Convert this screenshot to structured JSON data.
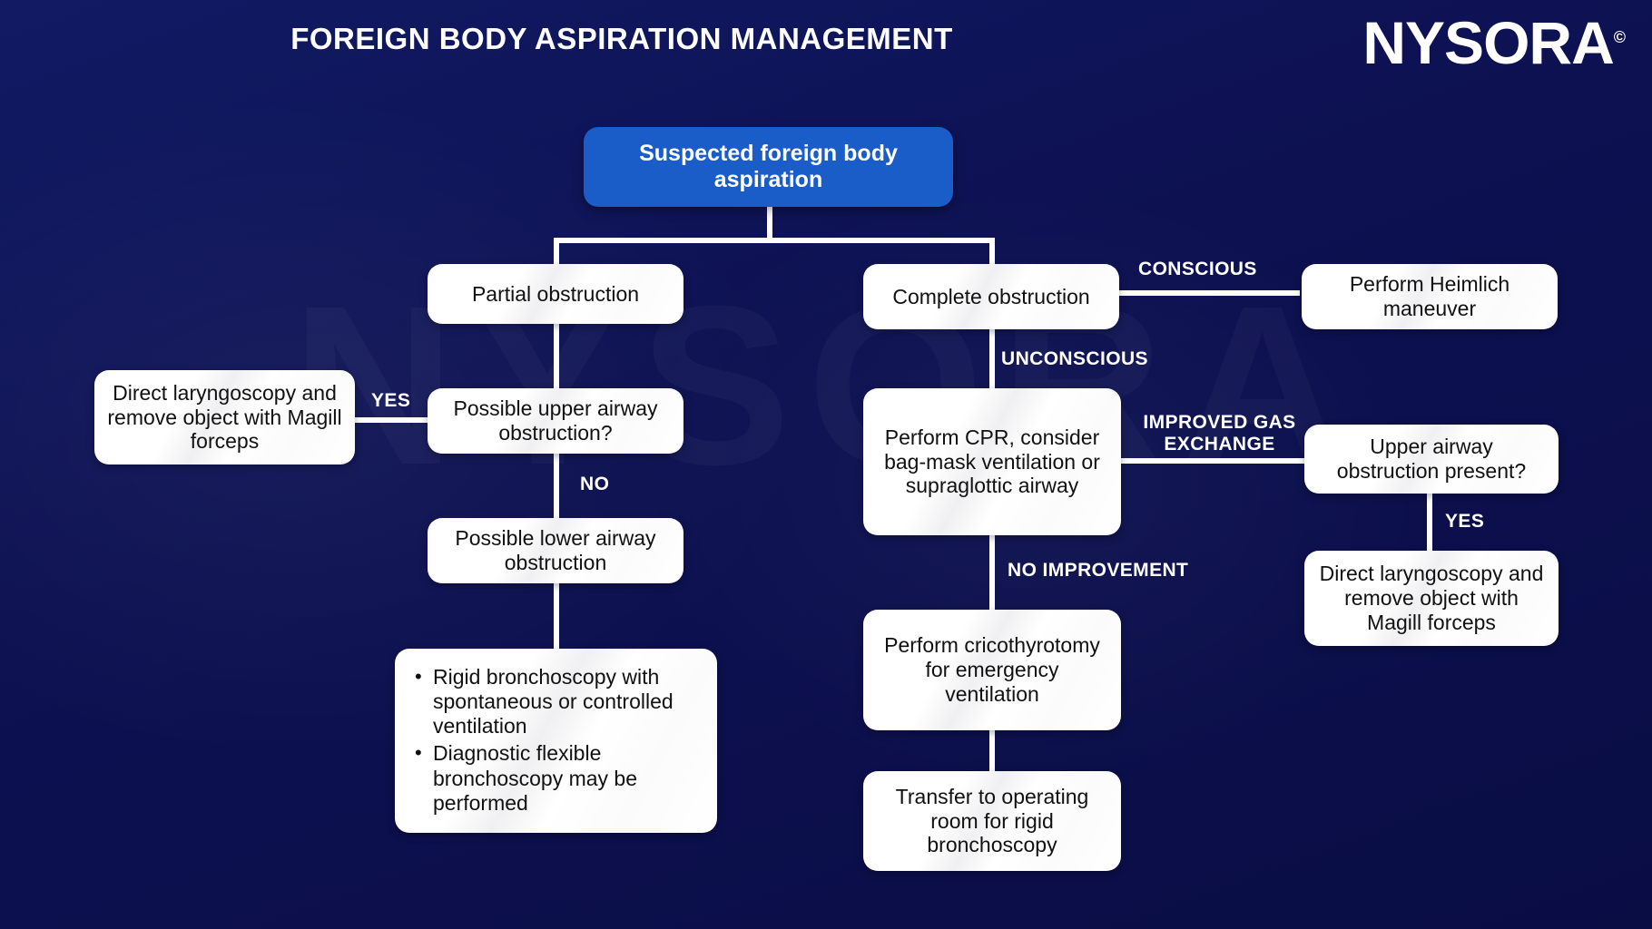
{
  "header": {
    "title": "FOREIGN BODY ASPIRATION MANAGEMENT",
    "logo_text": "NYSORA",
    "logo_mark": "©"
  },
  "background": {
    "watermark_text": "NYSORA",
    "page_bg_color": "#0d1152",
    "accent_color": "#1a5cc8",
    "node_bg_color": "#ffffff",
    "node_text_color": "#111111",
    "connector_color": "#ffffff"
  },
  "flow": {
    "nodes": {
      "root": "Suspected foreign body aspiration",
      "partial_obstruction": "Partial obstruction",
      "complete_obstruction": "Complete obstruction",
      "heimlich": "Perform Heimlich maneuver",
      "upper_airway_question": "Possible upper airway obstruction?",
      "direct_laryngoscopy_left": "Direct laryngoscopy and remove object with Magill forceps",
      "lower_airway": "Possible lower airway obstruction",
      "bronchoscopy_bullets": [
        "Rigid bronchoscopy with spontaneous or controlled ventilation",
        "Diagnostic flexible bronchoscopy may be performed"
      ],
      "cpr": "Perform CPR, consider bag-mask ventilation or supraglottic airway",
      "upper_airway_present": "Upper airway obstruction present?",
      "direct_laryngoscopy_right": "Direct laryngoscopy and remove object with Magill forceps",
      "cricothyrotomy": "Perform cricothyrotomy for emergency ventilation",
      "transfer_or": "Transfer to operating room for rigid bronchoscopy"
    },
    "edge_labels": {
      "conscious": "CONSCIOUS",
      "unconscious": "UNCONSCIOUS",
      "yes_left": "YES",
      "no_left": "NO",
      "improved_gas_exchange": "IMPROVED GAS\nEXCHANGE",
      "no_improvement": "NO IMPROVEMENT",
      "yes_right": "YES"
    }
  }
}
